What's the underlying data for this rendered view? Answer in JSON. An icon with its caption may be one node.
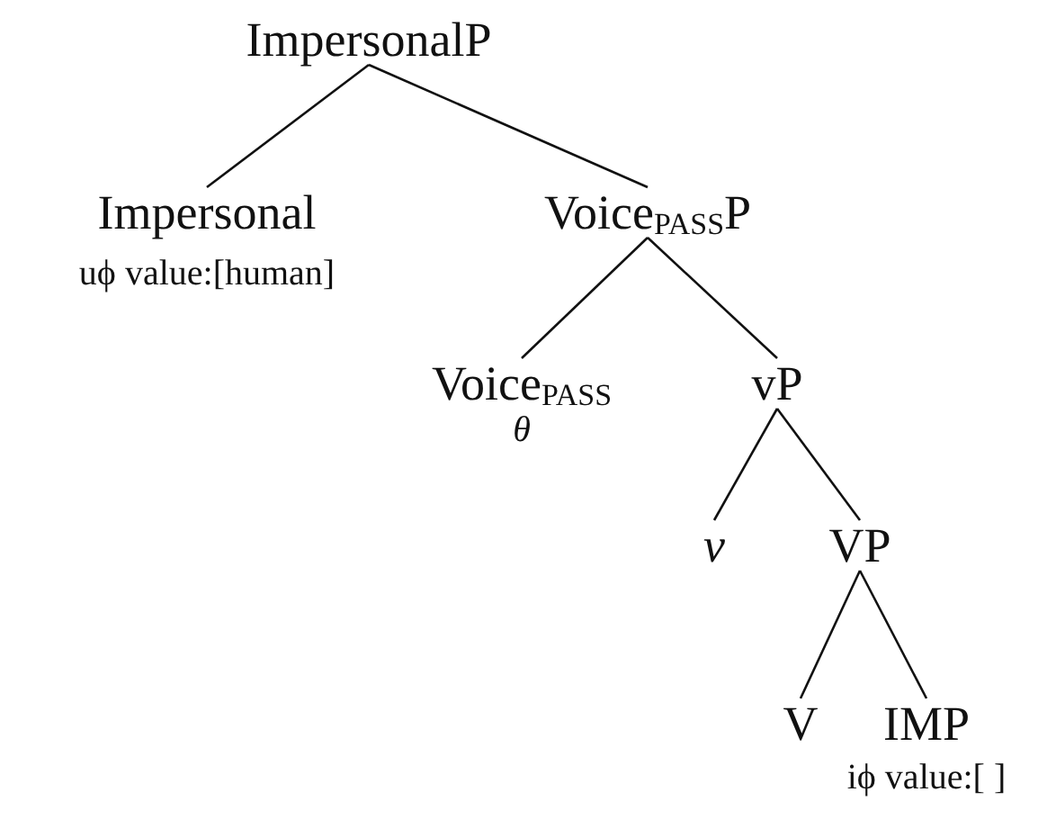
{
  "diagram": {
    "nodes": [
      {
        "text": [
          "ImpersonalP"
        ]
      },
      {
        "text": [
          "Impersonal"
        ],
        "beside": [
          "uϕ value:[human]"
        ]
      },
      {
        "text": [
          "Voice$_{PASS}$P"
        ]
      },
      {
        "text": [
          "Voice$_{PASS}$"
        ],
        "beside": [
          "θ"
        ]
      },
      {
        "text": [
          "vP"
        ]
      },
      {
        "text": [
          "v"
        ]
      },
      {
        "text": [
          "VP"
        ]
      },
      {
        "text": [
          "V"
        ]
      },
      {
        "text": [
          "IMP"
        ],
        "beside": [
          "iϕ value:[ ]"
        ]
      }
    ],
    "edges": [
      {
        "from": 0,
        "to": 1,
        "arrow": "none"
      },
      {
        "from": 0,
        "to": 2,
        "arrow": "none"
      },
      {
        "from": 2,
        "to": 3,
        "arrow": "none"
      },
      {
        "from": 2,
        "to": 4,
        "arrow": "none"
      },
      {
        "from": 4,
        "to": 5,
        "arrow": "none"
      },
      {
        "from": 4,
        "to": 6,
        "arrow": "none"
      },
      {
        "from": 6,
        "to": 7,
        "arrow": "none"
      },
      {
        "from": 6,
        "to": 8,
        "arrow": "none"
      }
    ]
  }
}
